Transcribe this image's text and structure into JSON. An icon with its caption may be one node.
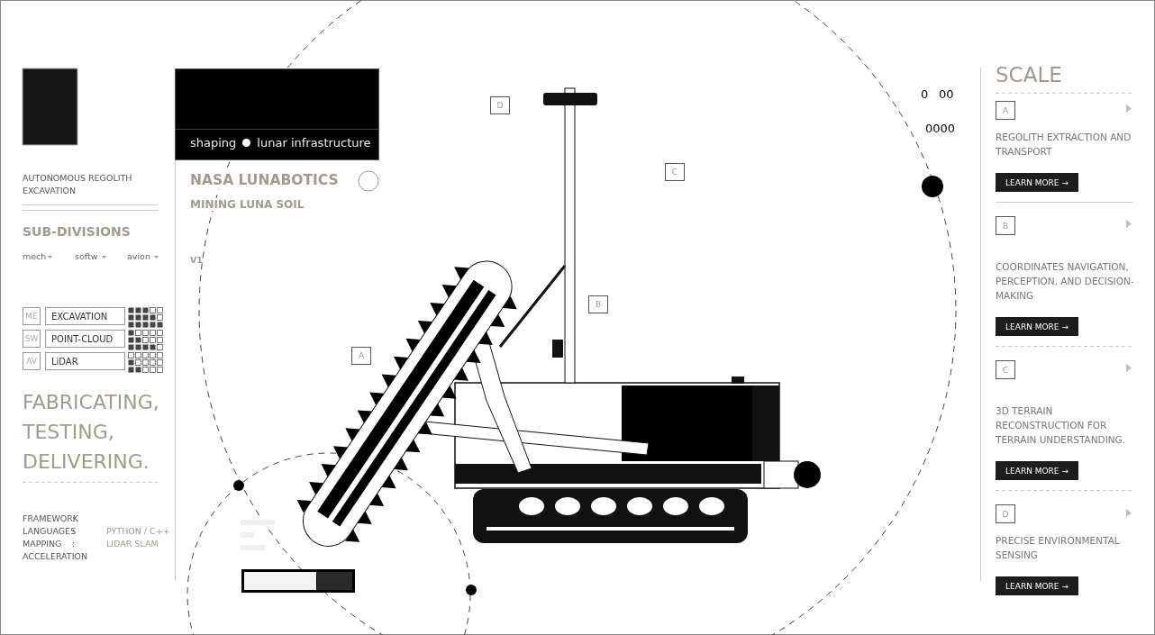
{
  "diagram": {
    "nodes": [
      {
        "text": [
          "ME"
        ]
      },
      {
        "text": [
          "EXCAVATION"
        ]
      },
      {
        "text": [
          "SW"
        ]
      },
      {
        "text": [
          "POINT-CLOUD"
        ]
      },
      {
        "text": [
          "AV"
        ]
      },
      {
        "text": [
          "LiDAR"
        ]
      },
      {
        "text": [
          "shaping",
          "lunar infrastructure"
        ]
      },
      {
        "text": [
          "D"
        ]
      },
      {
        "text": [
          "C"
        ]
      },
      {
        "text": [
          "B"
        ]
      },
      {
        "text": [
          "A"
        ]
      },
      {
        "text": [
          "A"
        ]
      },
      {
        "text": [
          "LEARN MORE →"
        ]
      },
      {
        "text": [
          "B"
        ]
      },
      {
        "text": [
          "LEARN MORE →"
        ]
      },
      {
        "text": [
          "C"
        ]
      },
      {
        "text": [
          "LEARN MORE →"
        ]
      },
      {
        "text": [
          "D"
        ]
      },
      {
        "text": [
          "LEARN MORE →"
        ]
      }
    ],
    "edges": [],
    "labels": [
      "AUTONOMOUS REGOLITH EXCAVATION",
      "SUB-DIVISIONS",
      "mech",
      "softw",
      "avion",
      "FABRICATING, TESTING, DELIVERING.",
      "FRAMEWORK",
      ":",
      "LANGUAGES",
      ":",
      "PYTHON / C++",
      "MAPPING",
      ":",
      "LIDAR SLAM",
      "ACCELERATION",
      ":",
      "NASA LUNABOTICS",
      "MINING LUNA SOIL",
      "V1",
      "0",
      "00",
      "0000",
      "SCALE",
      "REGOLITH EXTRACTION AND TRANSPORT",
      "COORDINATES NAVIGATION, PERCEPTION, AND DECISION-MAKING",
      "3D TERRAIN RECONSTRUCTION FOR TERRAIN UNDERSTANDING.",
      "PRECISE ENVIRONMENTAL SENSING"
    ]
  }
}
